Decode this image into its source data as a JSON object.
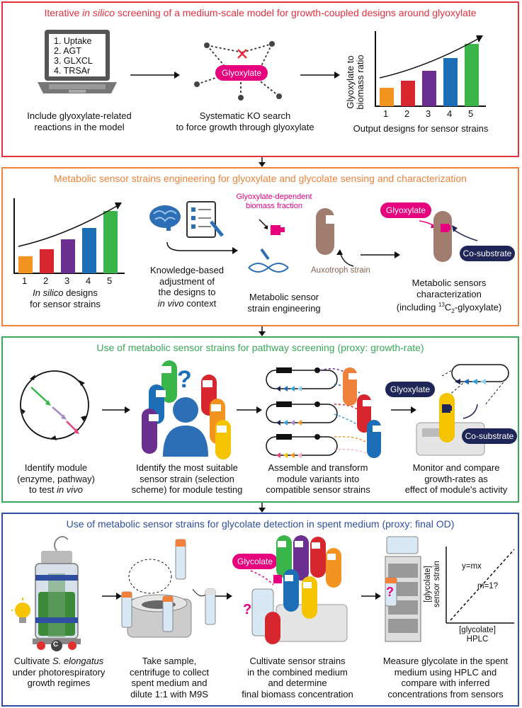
{
  "panel1": {
    "title_pre": "Iterative ",
    "title_em": "in silico",
    "title_post": " screening of a medium-scale model for growth-coupled designs around glyoxylate",
    "laptop_items": [
      "1.  Uptake",
      "2.  AGT",
      "3.  GLXCL",
      "4.  TRSAr"
    ],
    "center_label": "Glyoxylate",
    "yaxis_label_1": "Glyoxylate to",
    "yaxis_label_2": "biomass ratio",
    "bar_categories": [
      "1",
      "2",
      "3",
      "4",
      "5"
    ],
    "cap1_l1": "Include glyoxylate-related",
    "cap1_l2": "reactions in the model",
    "cap2_l1": "Systematic KO search",
    "cap2_l2": "to force growth through glyoxylate",
    "cap3": "Output designs for sensor strains"
  },
  "panel2": {
    "title": "Metabolic sensor strains engineering for glyoxylate and glycolate sensing and characterization",
    "bar_categories": [
      "1",
      "2",
      "3",
      "4",
      "5"
    ],
    "cap1_em": "In silico",
    "cap1_post": " designs",
    "cap1_l2": "for sensor strains",
    "cap2_l1": "Knowledge-based",
    "cap2_l2": "adjustment of",
    "cap2_l3": "the designs to",
    "cap2_l4_em": "in vivo",
    "cap2_l4_post": " context",
    "frac_l1": "Glyoxylate-dependent",
    "frac_l2": "biomass fraction",
    "auxotroph": "Auxotroph strain",
    "cap3_l1": "Metabolic sensor",
    "cap3_l2": "strain engineering",
    "glyoxylate_pill": "Glyoxylate",
    "cosubstrate_pill": "Co-substrate",
    "cap4_l1": "Metabolic sensors",
    "cap4_l2": "characterization",
    "cap4_l3_pre": "(including ",
    "cap4_sup": "13",
    "cap4_c": "C",
    "cap4_sub": "2",
    "cap4_l3_post": "-glyoxylate)"
  },
  "panel3": {
    "title": "Use of metabolic sensor strains for pathway screening (proxy: growth-rate)",
    "cap1_l1": "Identify module",
    "cap1_l2": "(enzyme, pathway)",
    "cap1_l3_pre": "to test ",
    "cap1_l3_em": "in vivo",
    "cap2_l1": "Identify the most suitable",
    "cap2_l2": "sensor strain (selection",
    "cap2_l3": "scheme) for module testing",
    "question": "?",
    "cap3_l1": "Assemble and transform",
    "cap3_l2": "module variants into",
    "cap3_l3": "compatible sensor strains",
    "glyoxylate_pill": "Glyoxylate",
    "cosubstrate_pill": "Co-substrate",
    "cap4_l1": "Monitor and compare",
    "cap4_l2": "growth-rates as",
    "cap4_l3": "effect of module's activity"
  },
  "panel4": {
    "title": "Use of metabolic sensor strains for glycolate detection in spent medium (proxy: final OD)",
    "glycolate_pill": "Glycolate",
    "question": "?",
    "y_label_1": "[glycolate]",
    "y_label_2": "sensor strain",
    "x_label_1": "[glycolate]",
    "x_label_2": "HPLC",
    "eq1": "y=mx",
    "eq2": "m=1?",
    "reactor_mark": "C",
    "cap1_l1_pre": "Cultivate ",
    "cap1_l1_em": "S. elongatus",
    "cap1_l2": "under photorespiratory",
    "cap1_l3": "growth regimes",
    "cap2_l1": "Take sample,",
    "cap2_l2": "centrifuge to collect",
    "cap2_l3": "spent medium and",
    "cap2_l4": "dilute 1:1 with M9S",
    "cap3_l1": "Cultivate sensor strains",
    "cap3_l2": "in the combined medium",
    "cap3_l3": "and determine",
    "cap3_l4": "final biomass concentration",
    "cap4_l1": "Measure glycolate  in the spent",
    "cap4_l2": "medium using HPLC and",
    "cap4_l3": "compare with inferred",
    "cap4_l4": "concentrations from sensors"
  },
  "colors": {
    "panel1": "#e8303f",
    "panel2": "#f0813a",
    "panel3": "#3aa85a",
    "panel4": "#2f4ea0",
    "magenta": "#e6007e",
    "navy": "#1f2557",
    "bars": [
      "#f39421",
      "#d7262d",
      "#6a2f8f",
      "#1c6fb6",
      "#3ab54a"
    ]
  }
}
